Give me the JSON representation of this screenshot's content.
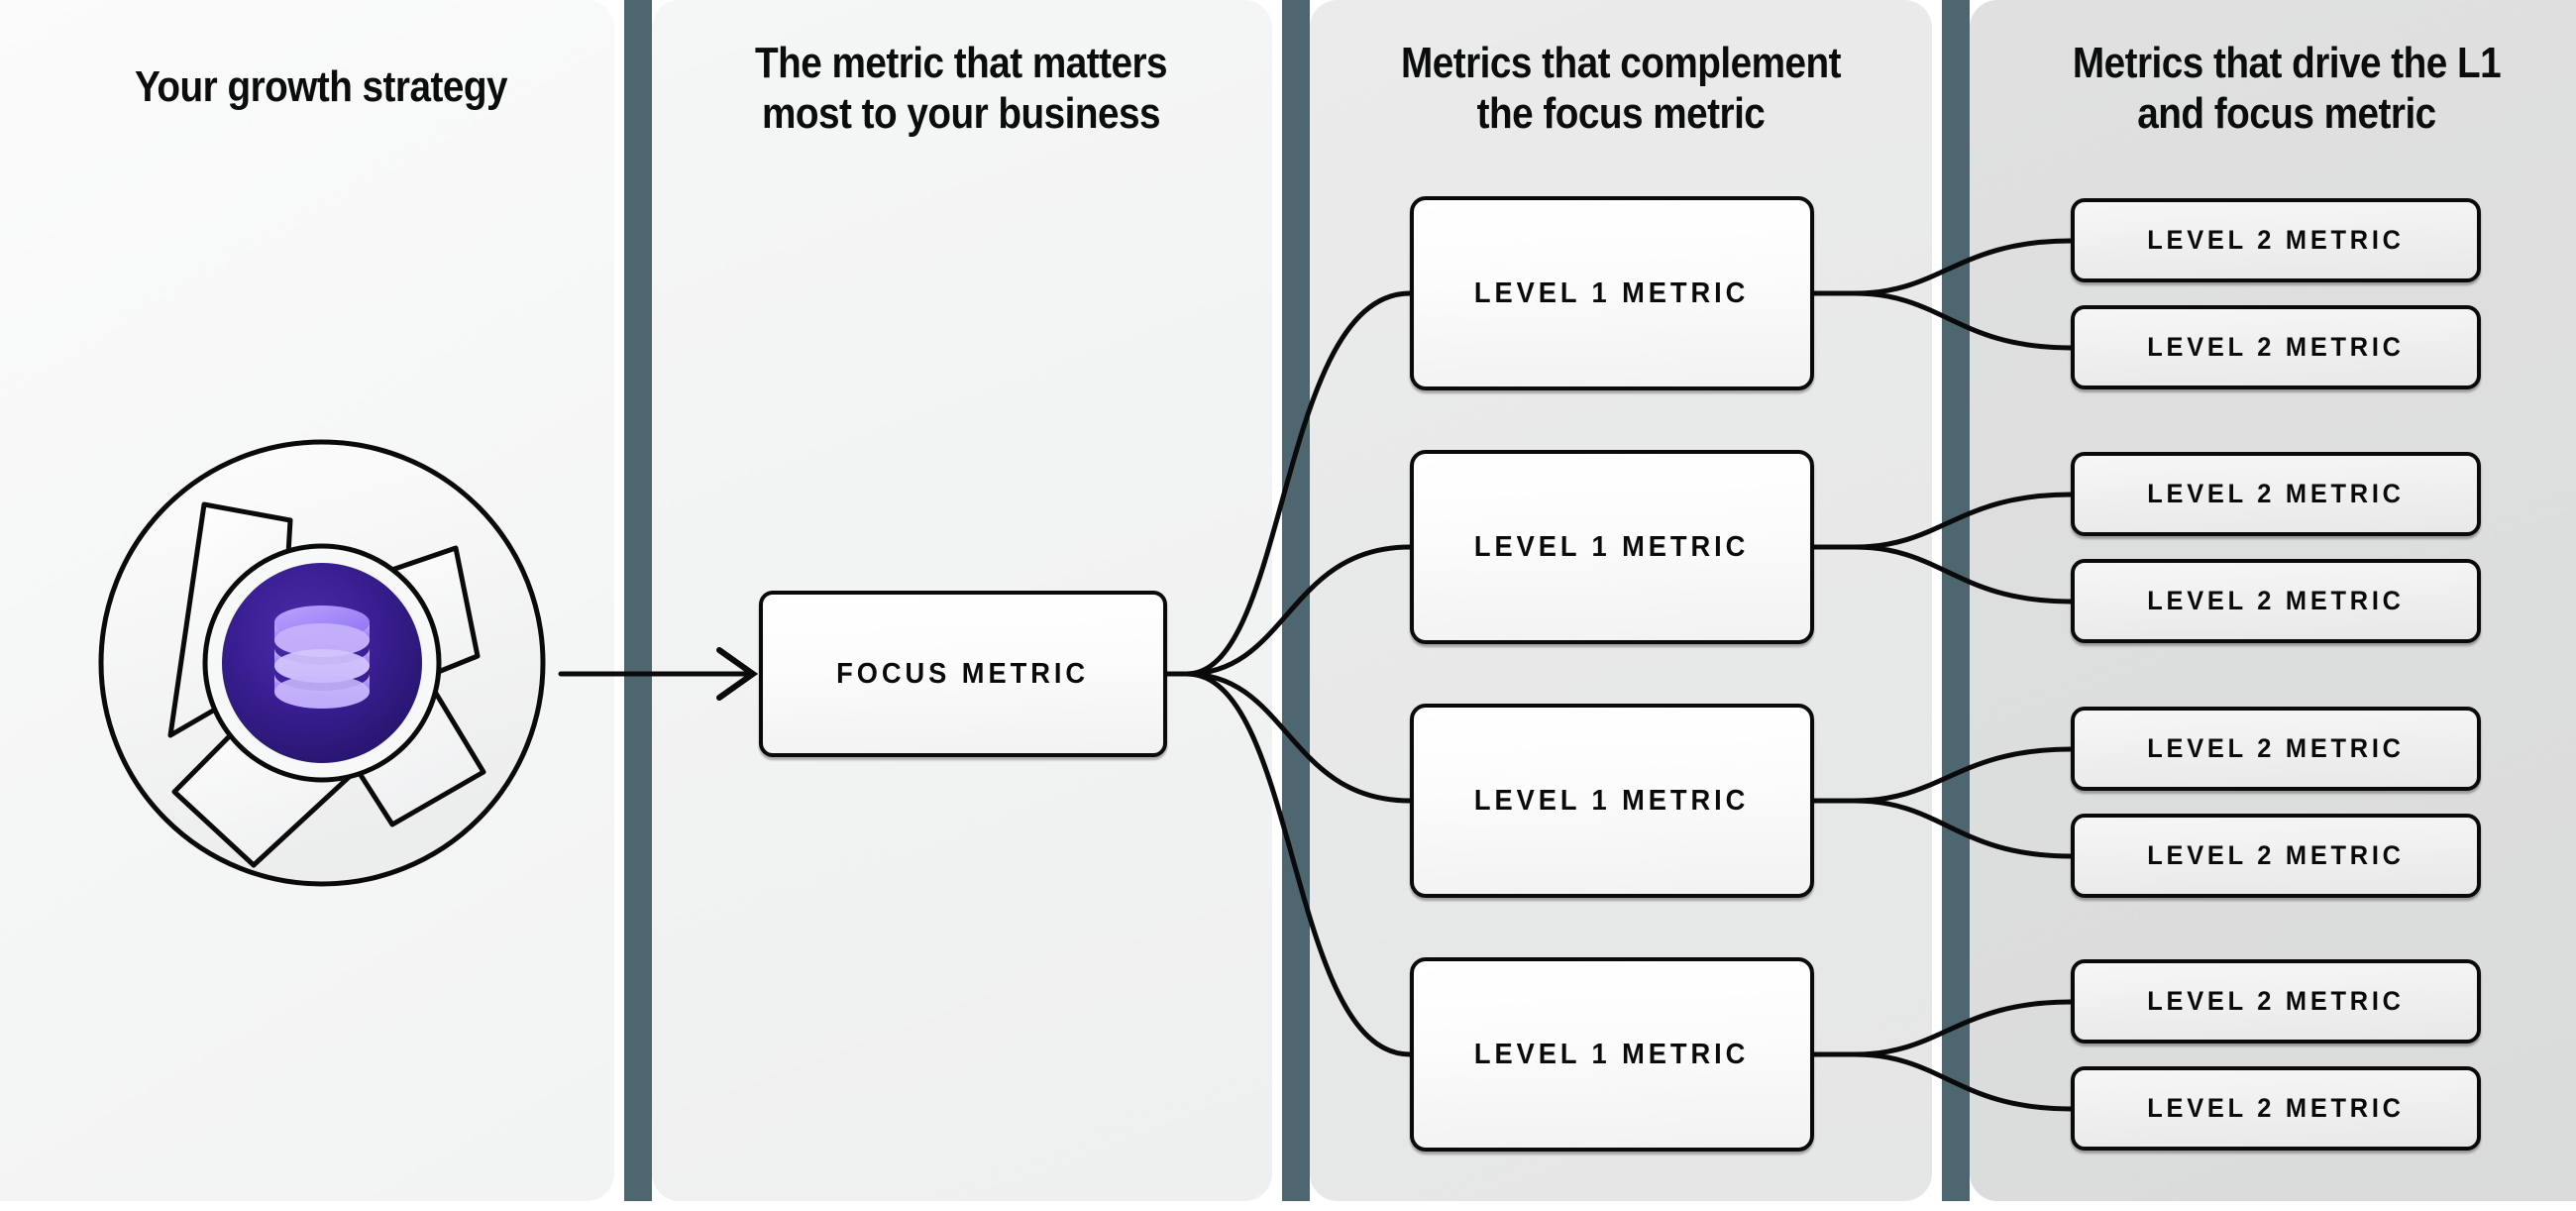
{
  "theme": {
    "separator_color": "#4e6670",
    "box_border_color": "#0a0a0a",
    "icon_core_color": "#2e1a80",
    "icon_cylinder_color": "#7c5cf5",
    "panel_1_bg": "#f5f6f6",
    "panel_2_bg": "#f1f2f2",
    "panel_3_bg": "#e7e8e8",
    "panel_4_bg": "#dcdddd"
  },
  "columns": [
    {
      "id": "strategy",
      "title": "Your growth strategy"
    },
    {
      "id": "focus",
      "title": "The metric that matters\nmost to your business"
    },
    {
      "id": "level1",
      "title": "Metrics that complement\nthe focus metric"
    },
    {
      "id": "level2",
      "title": "Metrics that drive the L1\nand focus metric"
    }
  ],
  "strategy_icon": {
    "name": "growth-strategy-aperture-icon",
    "description": "aperture ring with purple sphere containing a database cylinder"
  },
  "focus_metric": {
    "label": "FOCUS METRIC"
  },
  "level1_metrics": [
    {
      "label": "LEVEL 1 METRIC"
    },
    {
      "label": "LEVEL 1 METRIC"
    },
    {
      "label": "LEVEL 1 METRIC"
    },
    {
      "label": "LEVEL 1 METRIC"
    }
  ],
  "level2_metrics": [
    {
      "label": "LEVEL 2 METRIC"
    },
    {
      "label": "LEVEL 2 METRIC"
    },
    {
      "label": "LEVEL 2 METRIC"
    },
    {
      "label": "LEVEL 2 METRIC"
    },
    {
      "label": "LEVEL 2 METRIC"
    },
    {
      "label": "LEVEL 2 METRIC"
    },
    {
      "label": "LEVEL 2 METRIC"
    },
    {
      "label": "LEVEL 2 METRIC"
    }
  ]
}
